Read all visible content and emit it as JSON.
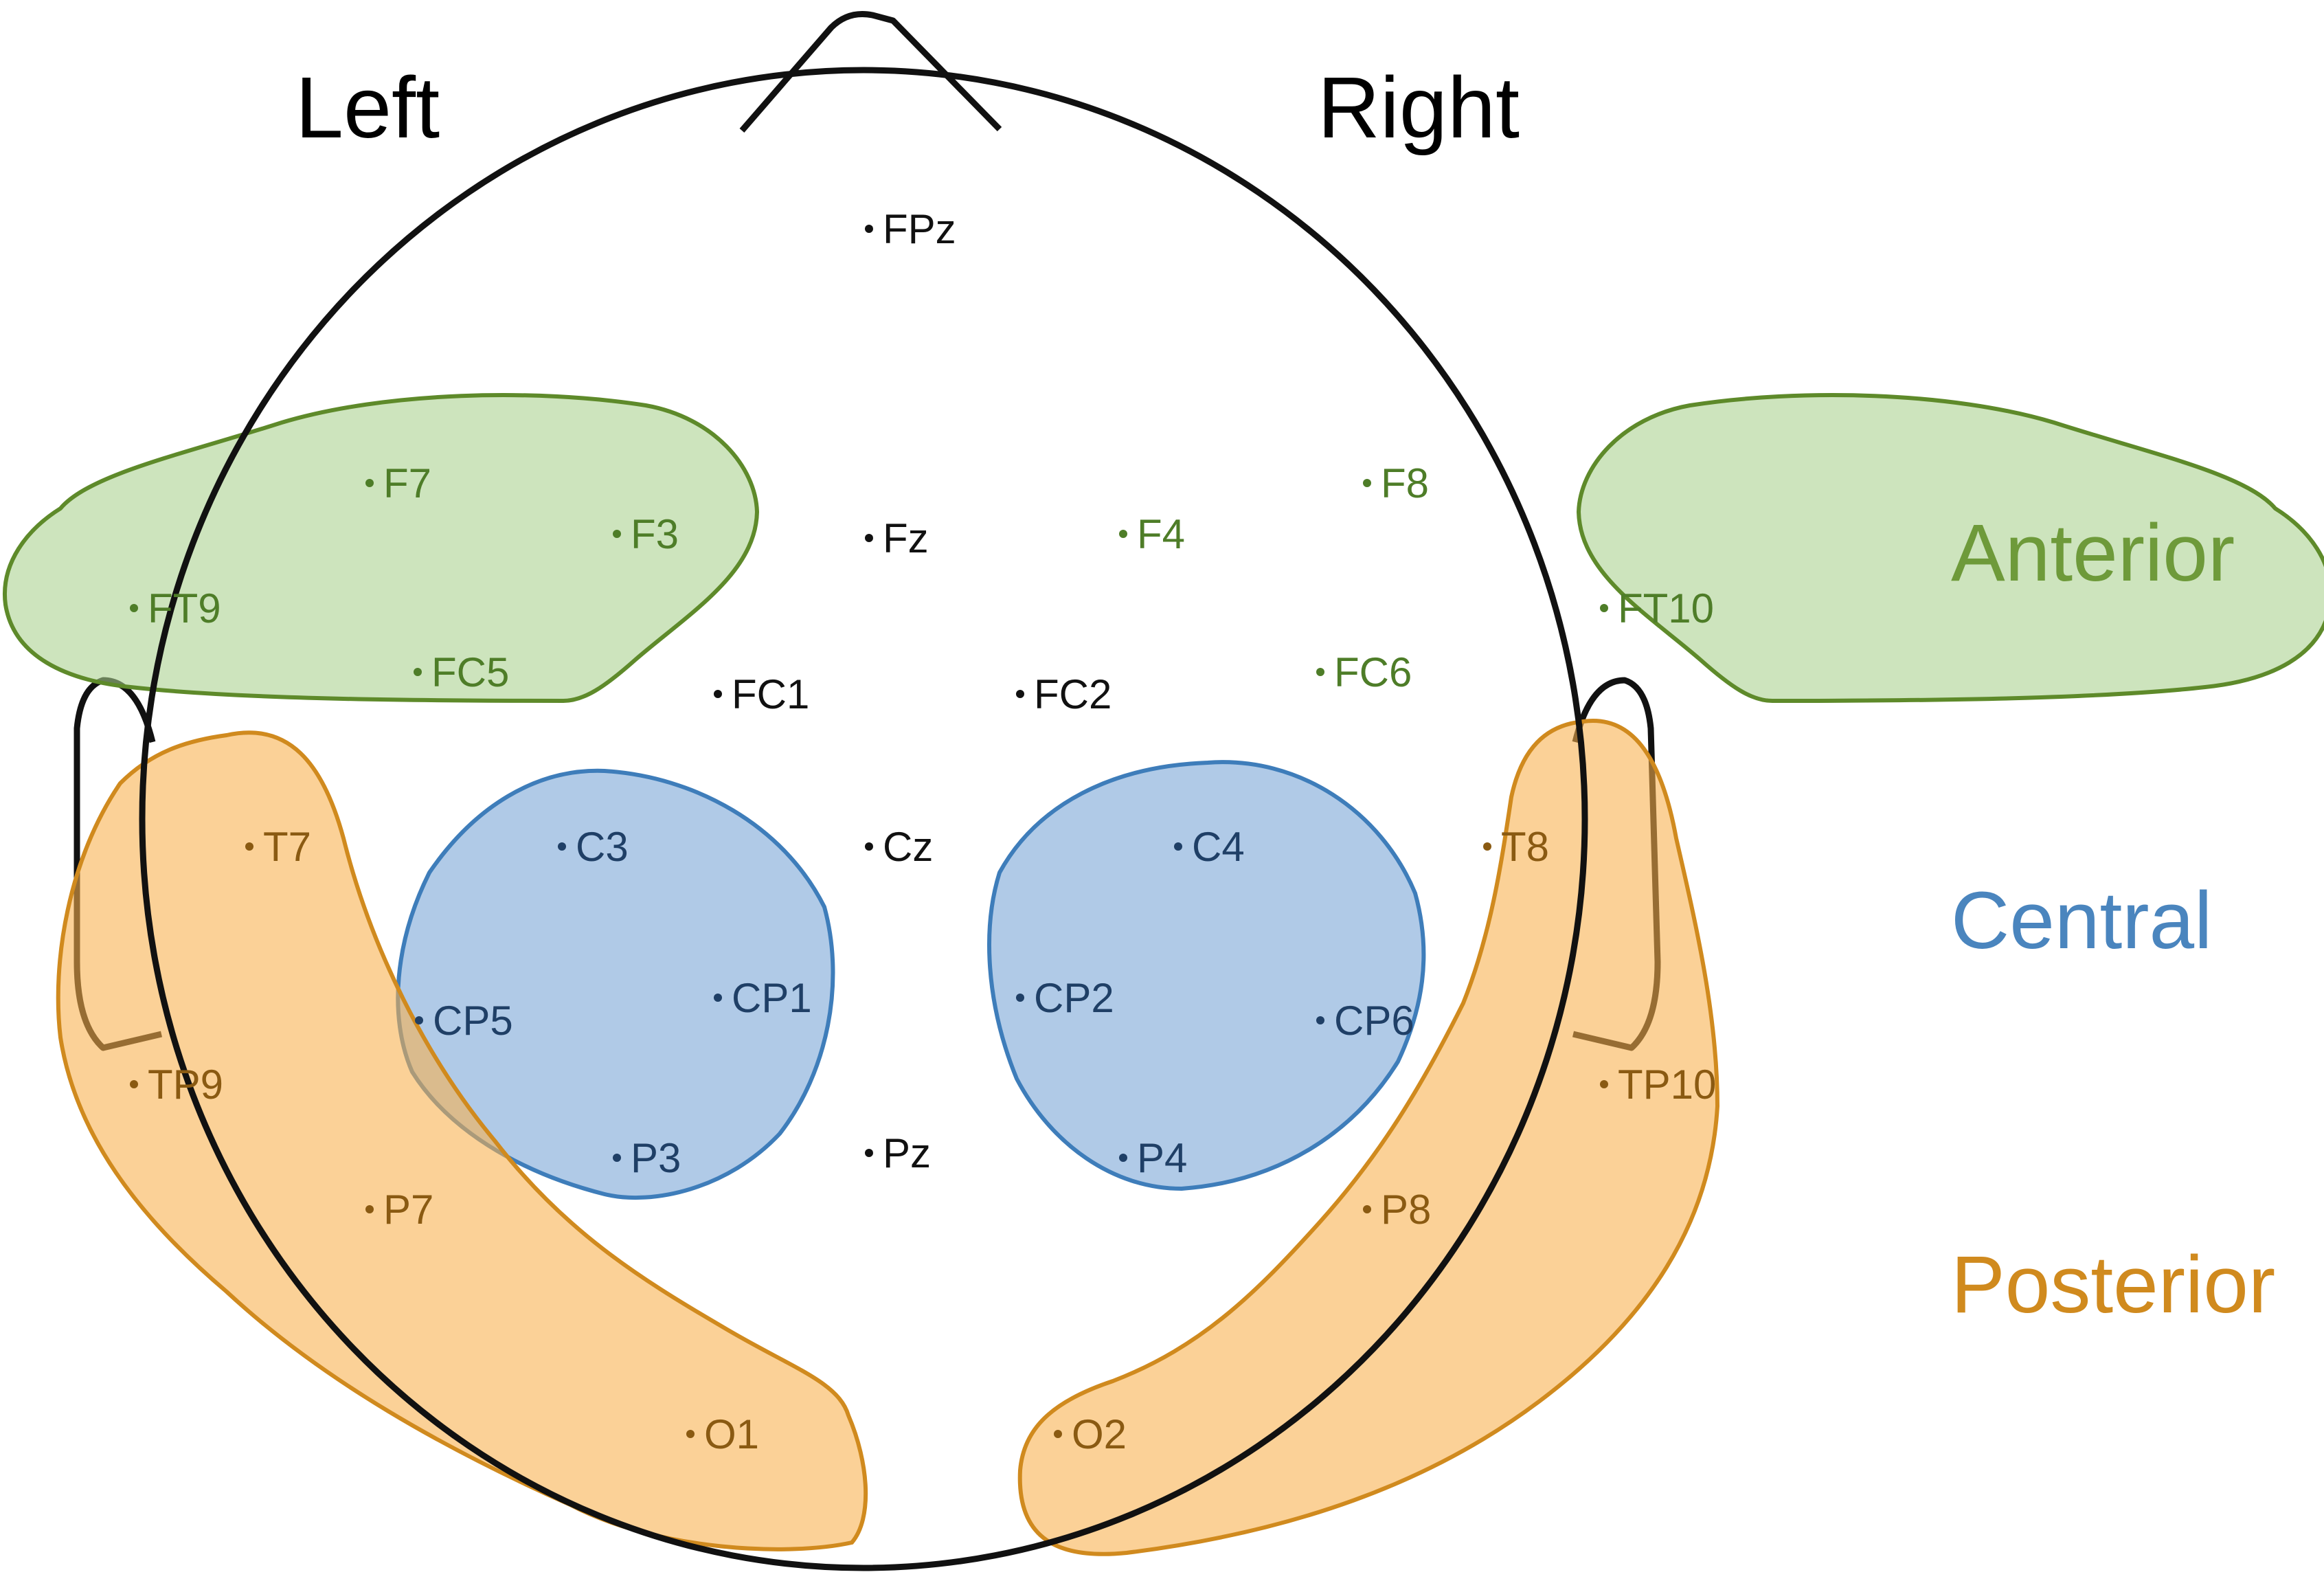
{
  "side_labels": {
    "left": "Left",
    "right": "Right"
  },
  "regions": [
    {
      "id": "anterior",
      "label": "Anterior",
      "color": "#6E9A3A",
      "fill": "#A9D18E",
      "stroke": "#5E8A2A"
    },
    {
      "id": "central",
      "label": "Central",
      "color": "#4A85BE",
      "fill": "#7FA9D8",
      "stroke": "#3E7DBA"
    },
    {
      "id": "posterior",
      "label": "Posterior",
      "color": "#D08A1E",
      "fill": "#F8B04C",
      "stroke": "#D08A1E"
    }
  ],
  "electrodes": [
    {
      "name": "FPz",
      "region": "none"
    },
    {
      "name": "F7",
      "region": "anterior"
    },
    {
      "name": "F3",
      "region": "anterior"
    },
    {
      "name": "Fz",
      "region": "none"
    },
    {
      "name": "F4",
      "region": "anterior"
    },
    {
      "name": "F8",
      "region": "anterior"
    },
    {
      "name": "FT9",
      "region": "anterior"
    },
    {
      "name": "FT10",
      "region": "anterior"
    },
    {
      "name": "FC5",
      "region": "anterior"
    },
    {
      "name": "FC1",
      "region": "none"
    },
    {
      "name": "FC2",
      "region": "none"
    },
    {
      "name": "FC6",
      "region": "anterior"
    },
    {
      "name": "T7",
      "region": "posterior"
    },
    {
      "name": "C3",
      "region": "central"
    },
    {
      "name": "Cz",
      "region": "none"
    },
    {
      "name": "C4",
      "region": "central"
    },
    {
      "name": "T8",
      "region": "posterior"
    },
    {
      "name": "CP5",
      "region": "central"
    },
    {
      "name": "CP1",
      "region": "central"
    },
    {
      "name": "CP2",
      "region": "central"
    },
    {
      "name": "CP6",
      "region": "central"
    },
    {
      "name": "TP9",
      "region": "posterior"
    },
    {
      "name": "TP10",
      "region": "posterior"
    },
    {
      "name": "P3",
      "region": "central"
    },
    {
      "name": "Pz",
      "region": "none"
    },
    {
      "name": "P4",
      "region": "central"
    },
    {
      "name": "P7",
      "region": "posterior"
    },
    {
      "name": "P8",
      "region": "posterior"
    },
    {
      "name": "O1",
      "region": "posterior"
    },
    {
      "name": "O2",
      "region": "posterior"
    }
  ]
}
